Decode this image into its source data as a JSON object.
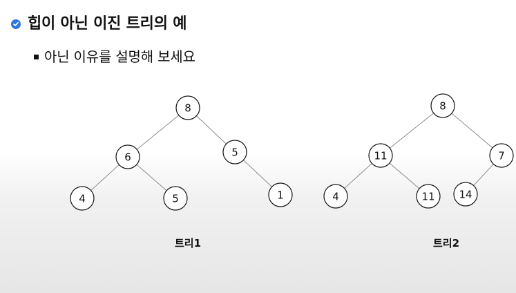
{
  "title": "힙이 아닌 이진 트리의 예",
  "title_icon": "check-badge-icon",
  "subtitle": "아닌 이유를 설명해 보세요",
  "subtitle_icon": "square-bullet-icon",
  "colors": {
    "check_badge": "#2f77d8",
    "edge": "#8a8a8a",
    "node_border": "#111111"
  },
  "trees": [
    {
      "caption": "트리1",
      "nodes": [
        {
          "id": "a",
          "label": "8"
        },
        {
          "id": "b",
          "label": "6"
        },
        {
          "id": "c",
          "label": "5"
        },
        {
          "id": "d",
          "label": "4"
        },
        {
          "id": "e",
          "label": "5"
        },
        {
          "id": "f",
          "label": "1"
        }
      ],
      "edges": [
        [
          "a",
          "b"
        ],
        [
          "a",
          "c"
        ],
        [
          "b",
          "d"
        ],
        [
          "b",
          "e"
        ],
        [
          "c",
          "f"
        ]
      ]
    },
    {
      "caption": "트리2",
      "nodes": [
        {
          "id": "a",
          "label": "8"
        },
        {
          "id": "b",
          "label": "11"
        },
        {
          "id": "c",
          "label": "7"
        },
        {
          "id": "d",
          "label": "4"
        },
        {
          "id": "e",
          "label": "11"
        },
        {
          "id": "f",
          "label": "14"
        }
      ],
      "edges": [
        [
          "a",
          "b"
        ],
        [
          "a",
          "c"
        ],
        [
          "b",
          "d"
        ],
        [
          "b",
          "e"
        ],
        [
          "c",
          "f"
        ]
      ]
    }
  ]
}
